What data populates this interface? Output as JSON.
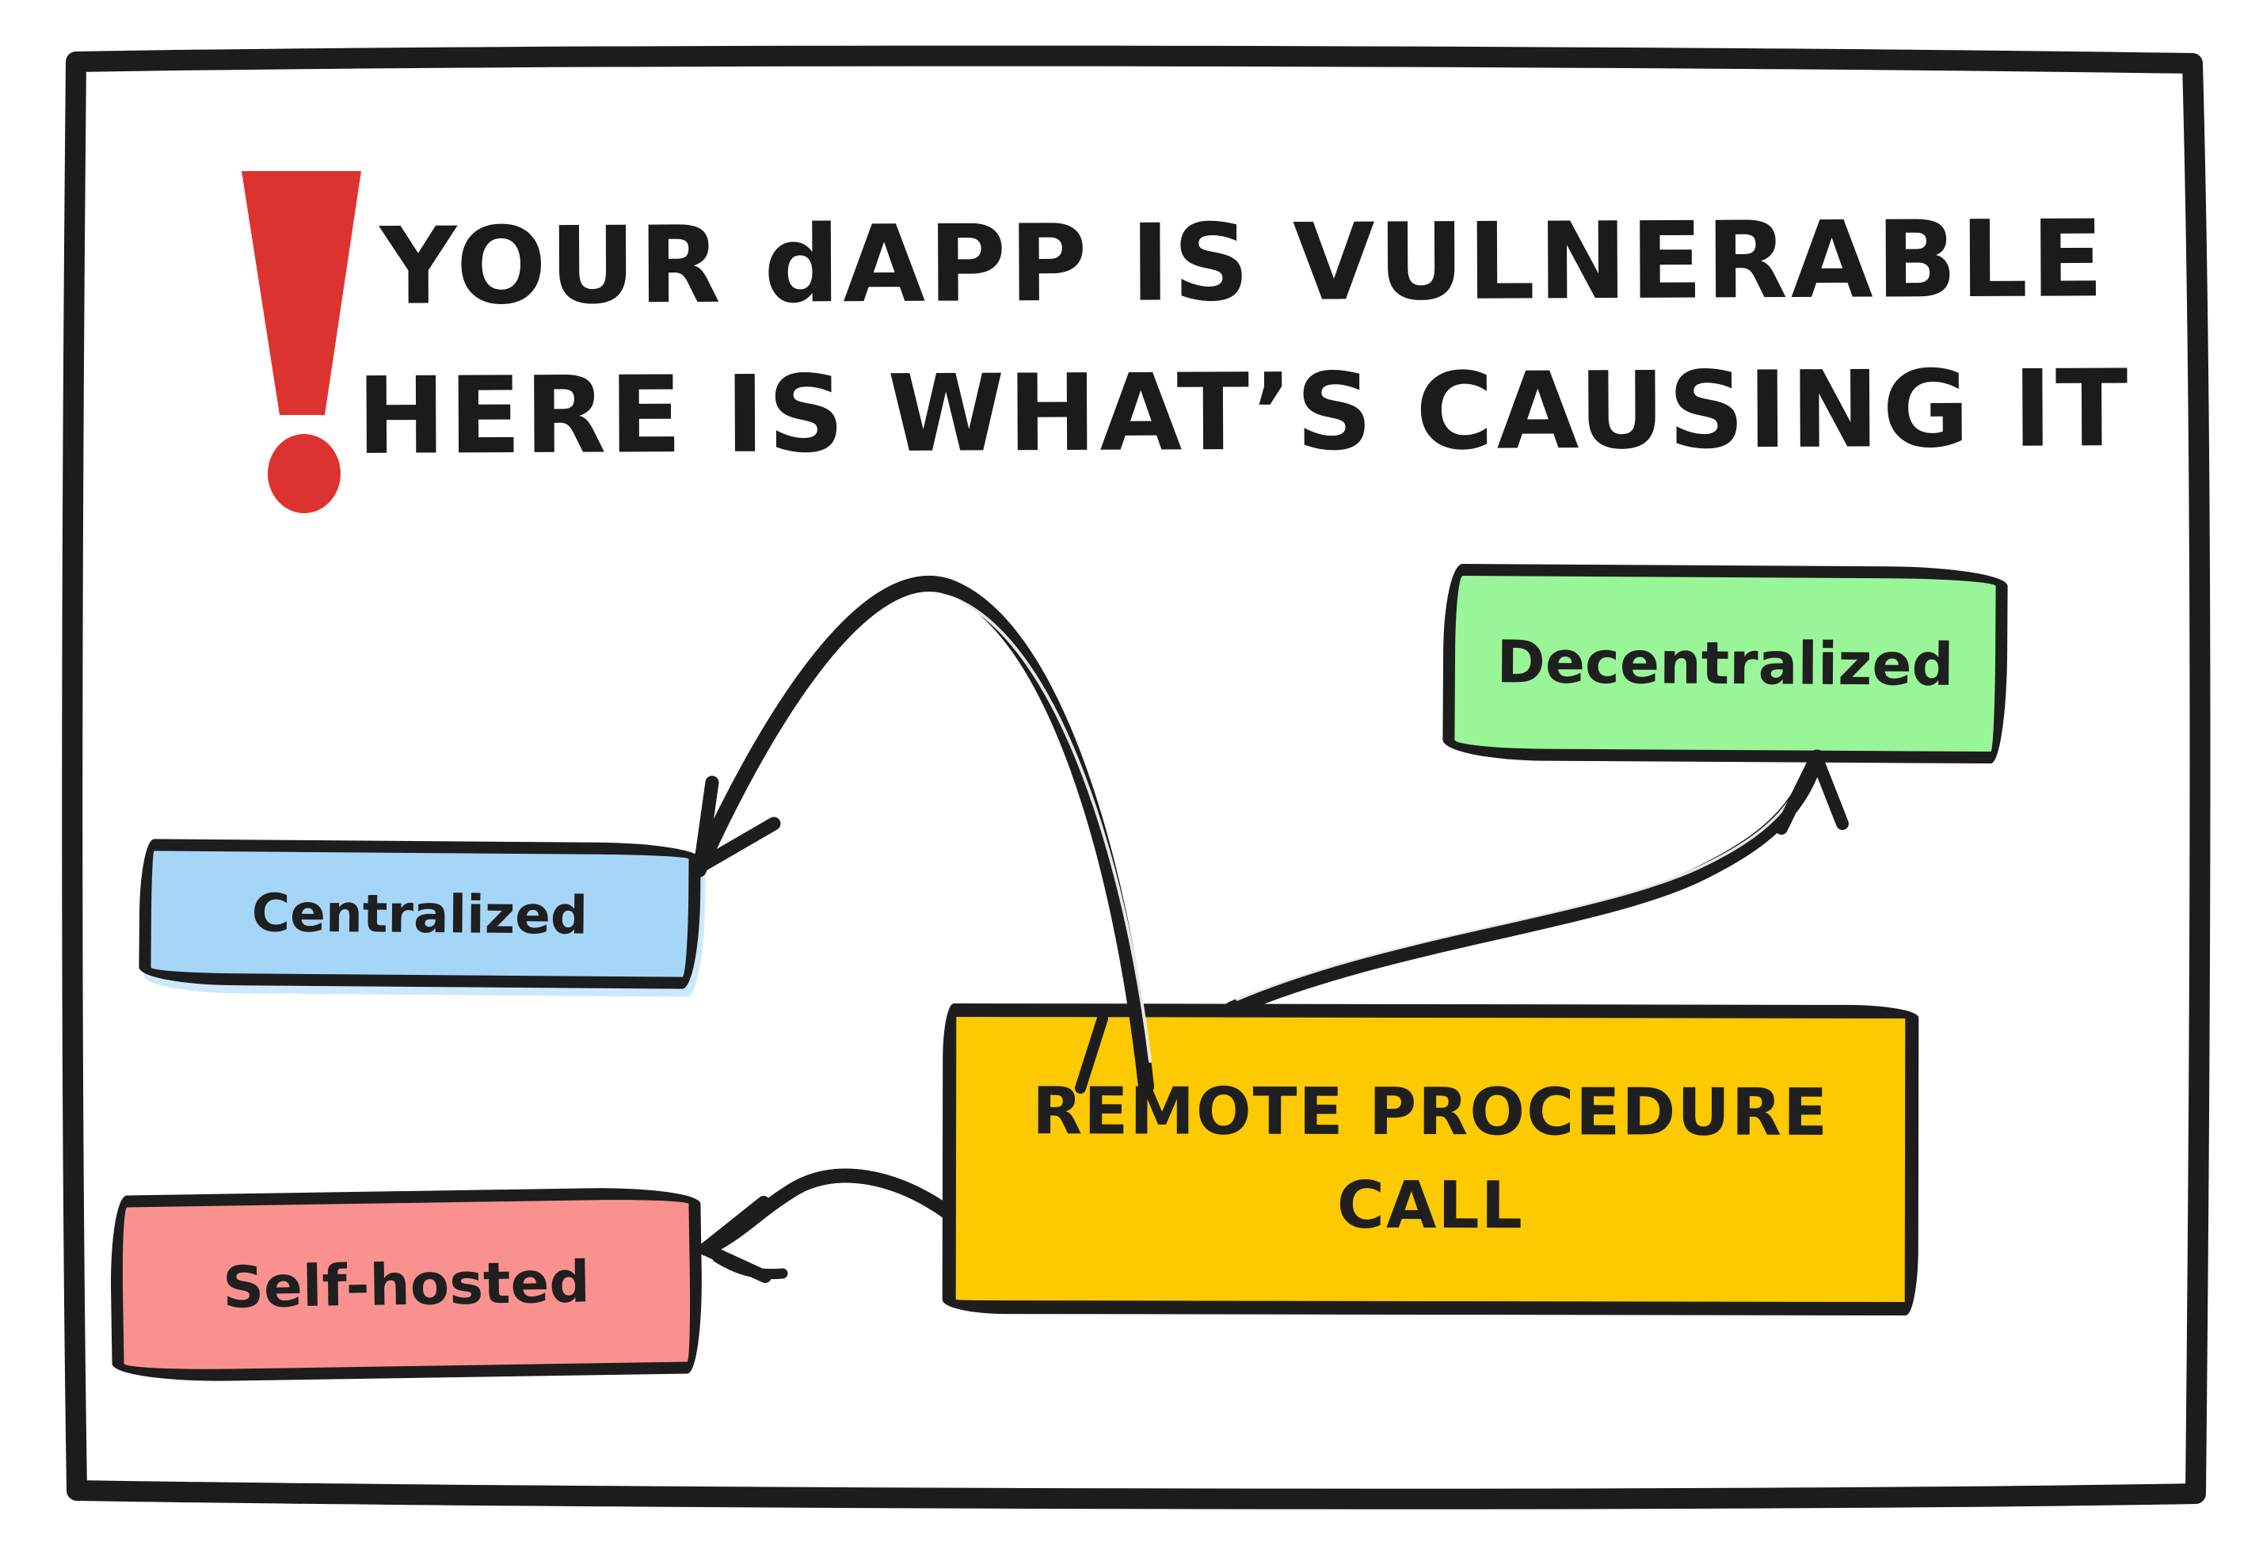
{
  "frame": {
    "stroke": "#1c1c1c",
    "background": "#ffffff"
  },
  "alert_icon": {
    "name": "exclamation-icon",
    "color": "#dd3330"
  },
  "title": {
    "line1": "YOUR dAPP IS VULNERABLE",
    "line2": "HERE IS WHAT’S CAUSING IT",
    "color": "#1b1b1b"
  },
  "diagram": {
    "ink_color": "#1d1d1d",
    "center_node": {
      "id": "rpc",
      "line1": "REMOTE PROCEDURE",
      "line2": "CALL",
      "fill": "#fdc900"
    },
    "nodes": [
      {
        "id": "decentralized",
        "label": "Decentralized",
        "fill": "#98f698"
      },
      {
        "id": "centralized",
        "label": "Centralized",
        "fill": "#a6d6f7"
      },
      {
        "id": "self-hosted",
        "label": "Self-hosted",
        "fill": "#f9928e"
      }
    ],
    "edges": [
      {
        "from": "rpc",
        "to": "centralized",
        "style": "curved-arrow"
      },
      {
        "from": "rpc",
        "to": "decentralized",
        "style": "curved-arrow"
      },
      {
        "from": "rpc",
        "to": "self-hosted",
        "style": "curved-arrow"
      }
    ]
  }
}
